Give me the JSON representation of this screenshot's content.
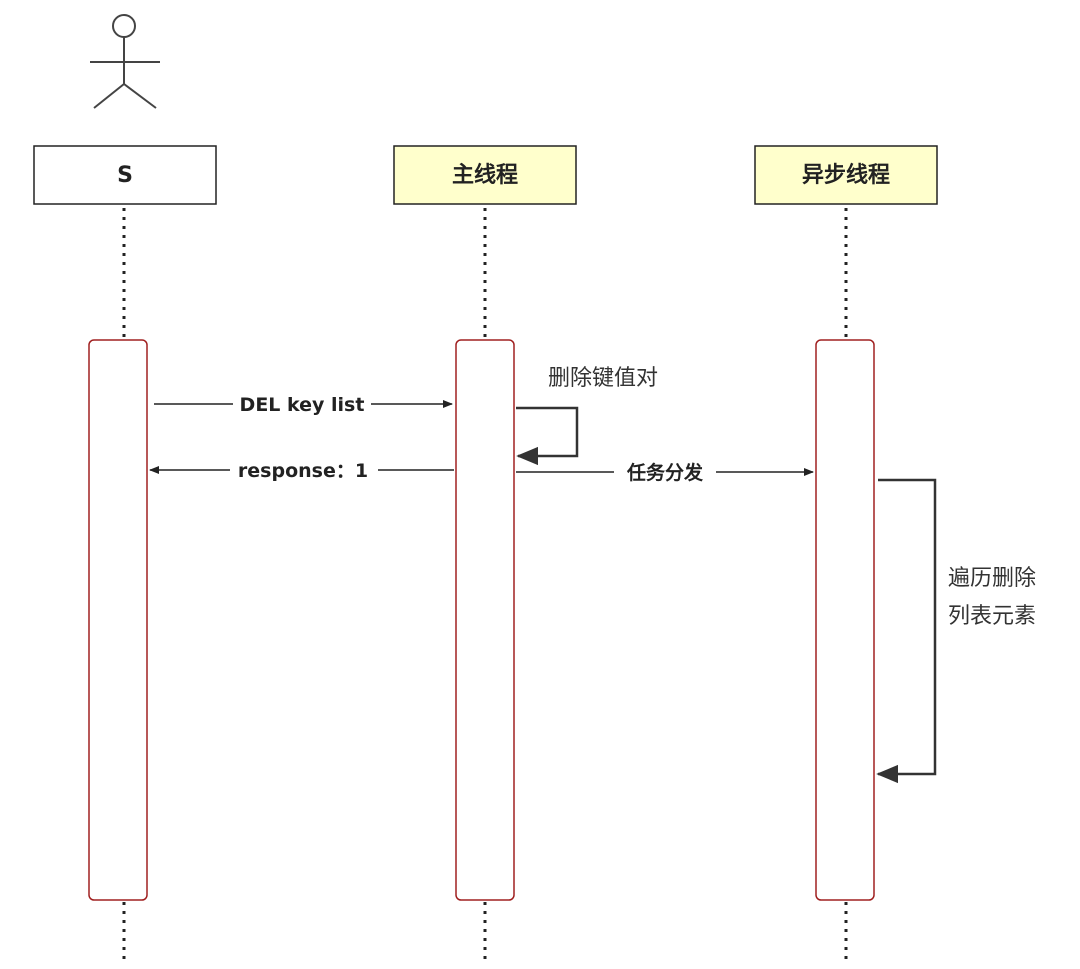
{
  "participants": {
    "actor": {
      "label": "S"
    },
    "main_thread": {
      "label": "主线程"
    },
    "async_thread": {
      "label": "异步线程"
    }
  },
  "messages": {
    "del_request": {
      "label": "DEL key list"
    },
    "self_delete": {
      "label": "删除键值对"
    },
    "response": {
      "label": "response：1"
    },
    "dispatch": {
      "label": "任务分发"
    },
    "traverse_delete": {
      "line1": "遍历删除",
      "line2": "列表元素"
    }
  },
  "colors": {
    "actor_box_fill": "#ffffff",
    "thread_box_fill": "#ffffcc",
    "box_border": "#222222",
    "activation_border": "#a02020",
    "line": "#222222",
    "arrow": "#222222",
    "actor_stroke": "#444444"
  }
}
